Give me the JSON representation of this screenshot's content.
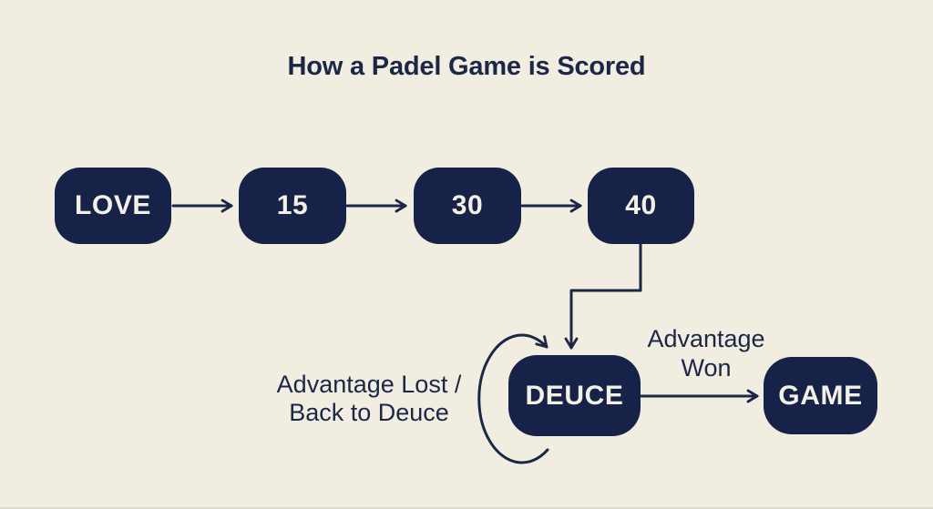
{
  "title": "How a Padel Game is Scored",
  "colors": {
    "background": "#f1ede1",
    "node": "#162247",
    "text": "#1b2747",
    "node_text": "#f3f0e5"
  },
  "diagram": {
    "nodes": [
      {
        "id": "love",
        "label": "LOVE"
      },
      {
        "id": "15",
        "label": "15"
      },
      {
        "id": "30",
        "label": "30"
      },
      {
        "id": "40",
        "label": "40"
      },
      {
        "id": "deuce",
        "label": "DEUCE"
      },
      {
        "id": "game",
        "label": "GAME"
      }
    ],
    "edges": [
      {
        "from": "LOVE",
        "to": "15"
      },
      {
        "from": "15",
        "to": "30"
      },
      {
        "from": "30",
        "to": "40"
      },
      {
        "from": "40",
        "to": "DEUCE"
      },
      {
        "from": "DEUCE",
        "to": "GAME",
        "label": "Advantage Won"
      },
      {
        "from": "DEUCE",
        "to": "DEUCE",
        "label": "Advantage Lost / Back to Deuce"
      }
    ],
    "annotations": {
      "advantage_won": {
        "line1": "Advantage",
        "line2": "Won"
      },
      "advantage_lost": {
        "line1": "Advantage Lost /",
        "line2": "Back to Deuce"
      }
    }
  }
}
